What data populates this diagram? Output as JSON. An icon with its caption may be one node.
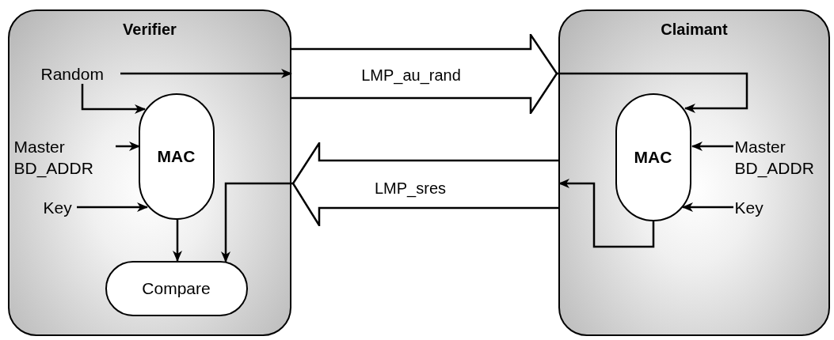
{
  "diagram": {
    "nodes": [
      {
        "text": [
          "Verifier"
        ]
      },
      {
        "text": [
          "Random"
        ],
        "in": 0
      },
      {
        "text": [
          "MAC"
        ],
        "in": 0
      },
      {
        "text": [
          "Master BD_ADDR"
        ],
        "in": 0
      },
      {
        "text": [
          "Key"
        ],
        "in": 0
      },
      {
        "text": [
          "Compare"
        ],
        "in": 0
      },
      {
        "text": [
          "Claimant"
        ]
      },
      {
        "text": [
          "MAC"
        ],
        "in": 6
      },
      {
        "text": [
          "Master BD_ADDR"
        ],
        "in": 6
      },
      {
        "text": [
          "Key"
        ],
        "in": 6
      },
      {
        "text": [
          "LMP_au_rand"
        ]
      },
      {
        "text": [
          "LMP_sres"
        ]
      }
    ],
    "edges": [
      {
        "from": 1,
        "to": 10,
        "arrow": "to"
      },
      {
        "from": 1,
        "to": 2,
        "arrow": "to"
      },
      {
        "from": 3,
        "to": 2,
        "arrow": "to"
      },
      {
        "from": 4,
        "to": 2,
        "arrow": "to"
      },
      {
        "from": 2,
        "to": 5,
        "arrow": "to"
      },
      {
        "from": 11,
        "to": 5,
        "arrow": "to"
      },
      {
        "from": 10,
        "to": 7,
        "arrow": "to"
      },
      {
        "from": 8,
        "to": 7,
        "arrow": "to"
      },
      {
        "from": 9,
        "to": 7,
        "arrow": "to"
      },
      {
        "from": 7,
        "to": 11,
        "arrow": "to"
      }
    ]
  }
}
